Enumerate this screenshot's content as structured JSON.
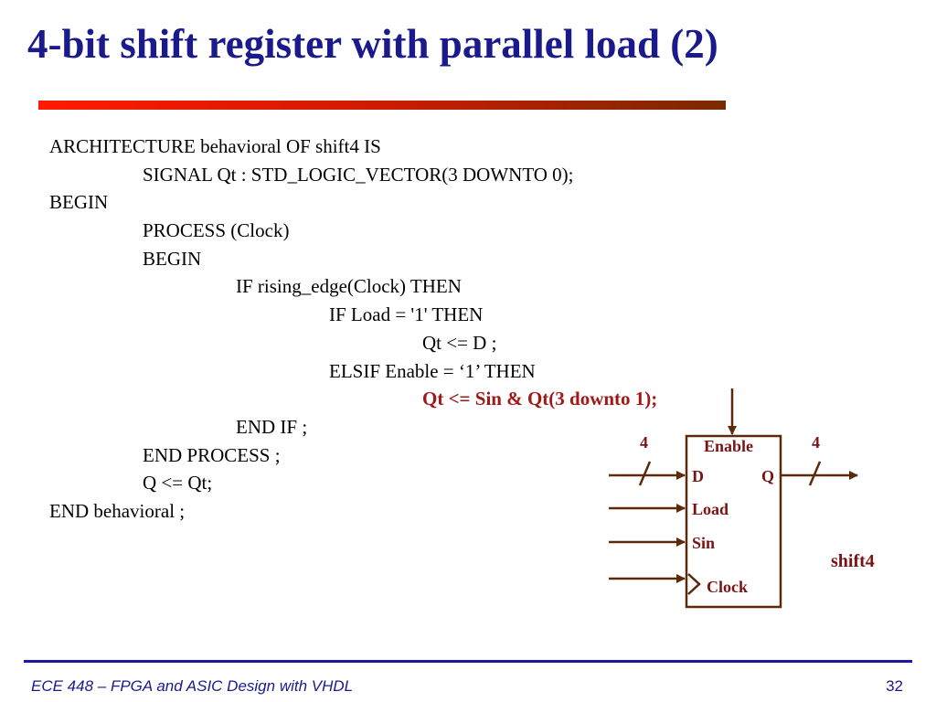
{
  "slide": {
    "title": "4-bit shift register with parallel load (2)"
  },
  "code": {
    "lines": [
      "ARCHITECTURE behavioral OF shift4 IS",
      "SIGNAL Qt : STD_LOGIC_VECTOR(3 DOWNTO 0);",
      "BEGIN",
      "PROCESS (Clock)",
      "BEGIN",
      "IF rising_edge(Clock) THEN",
      "IF Load = '1' THEN",
      "Qt <= D ;",
      "ELSIF Enable = ‘1’ THEN",
      "Qt <= Sin & Qt(3 downto 1);",
      "END IF ;",
      "END PROCESS ;",
      "Q <= Qt;",
      "END behavioral ;"
    ]
  },
  "diagram": {
    "block_name": "shift4",
    "ports": {
      "enable": "Enable",
      "d": "D",
      "q": "Q",
      "load": "Load",
      "sin": "Sin",
      "clock": "Clock"
    },
    "bus_width_in": "4",
    "bus_width_out": "4",
    "line_color": "#5a2a0a",
    "label_color": "#7a1414"
  },
  "footer": {
    "course": "ECE 448 – FPGA and ASIC Design with VHDL",
    "page_number": "32"
  }
}
